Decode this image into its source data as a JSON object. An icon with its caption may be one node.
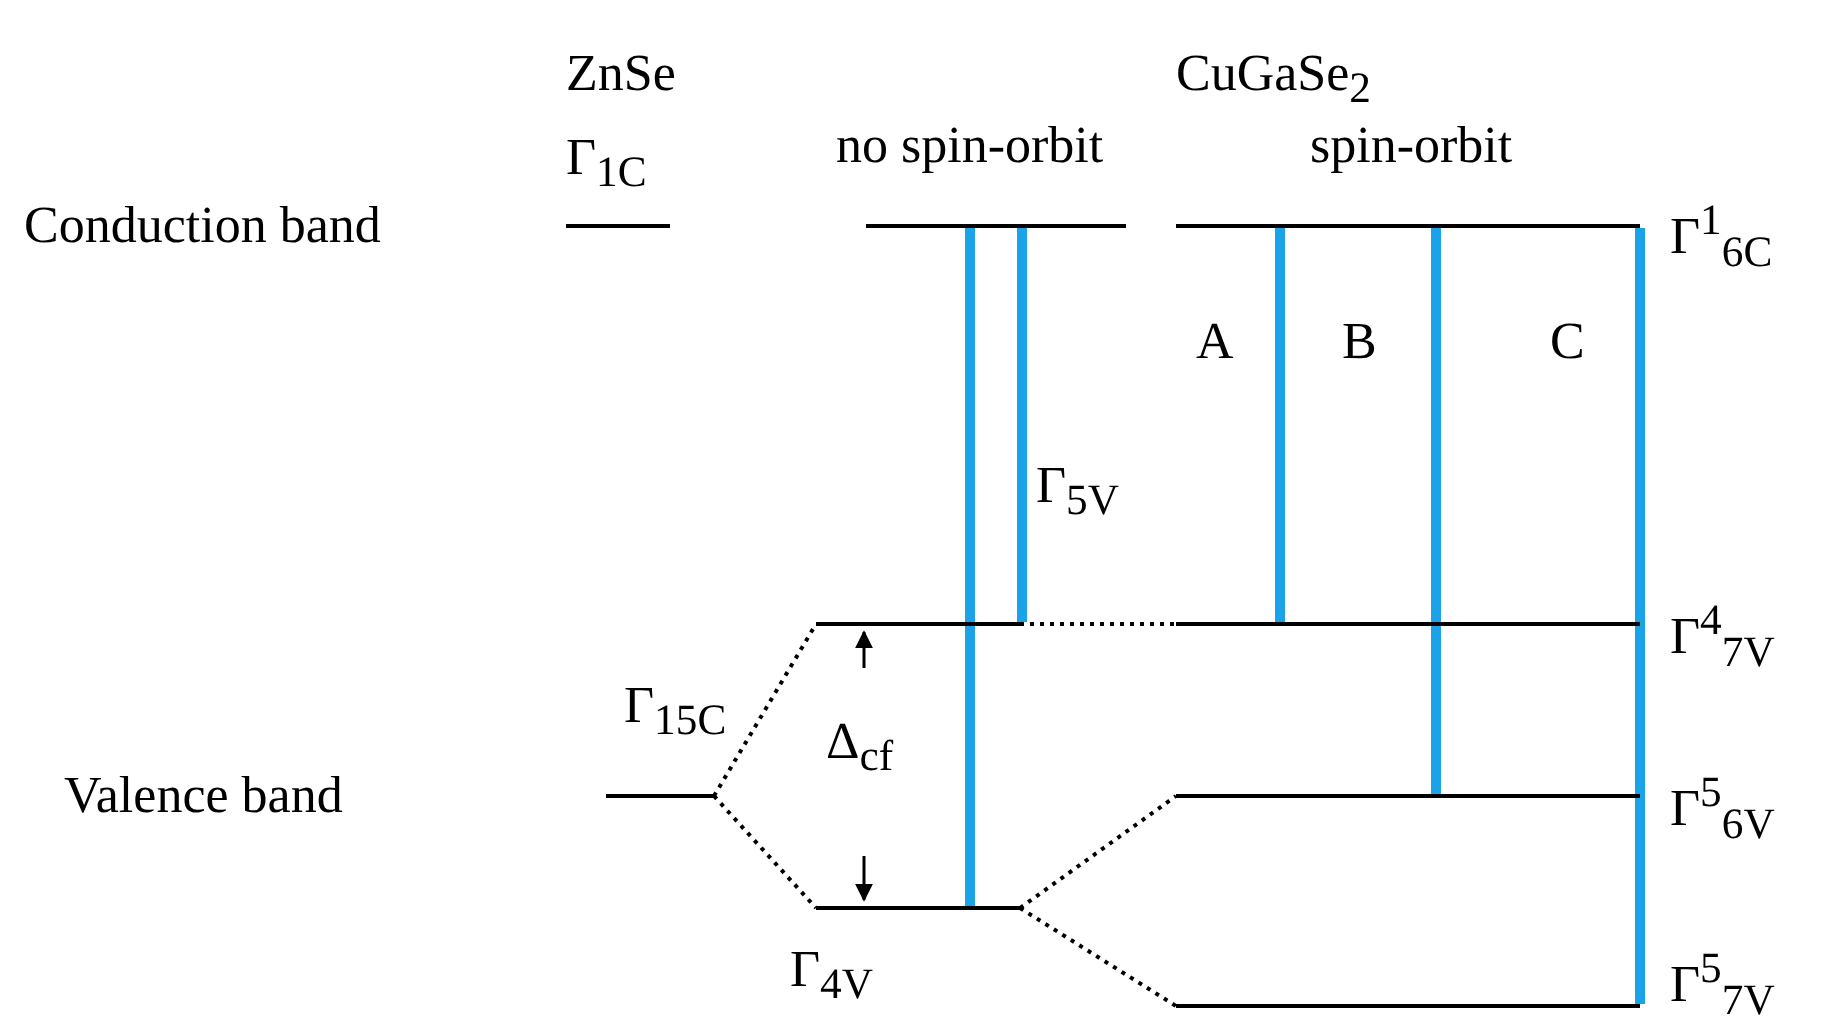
{
  "diagram": {
    "nodes": [
      {
        "text": [],
        "shape": "bar",
        "beside": [
          "Γ$_{1C}$"
        ]
      },
      {
        "text": [],
        "shape": "bar"
      },
      {
        "text": [],
        "shape": "bar",
        "beside": [
          "Γ$^{1}$$_{6C}$"
        ]
      },
      {
        "text": [],
        "shape": "bar",
        "beside": [
          "Γ$_{15C}$"
        ]
      },
      {
        "text": [],
        "shape": "bar"
      },
      {
        "text": [],
        "shape": "bar",
        "beside": [
          "Γ$_{4V}$"
        ]
      },
      {
        "text": [],
        "shape": "bar",
        "beside": [
          "Γ$^{4}$$_{7V}$"
        ]
      },
      {
        "text": [],
        "shape": "bar",
        "beside": [
          "Γ$^{5}$$_{6V}$"
        ]
      },
      {
        "text": [],
        "shape": "bar",
        "beside": [
          "Γ$^{5}$$_{7V}$"
        ]
      }
    ],
    "edges": [
      {
        "from": 3,
        "to": 4,
        "arrow": "none",
        "style": "dashed",
        "color": "#000000"
      },
      {
        "from": 3,
        "to": 5,
        "arrow": "none",
        "style": "dashed",
        "color": "#000000"
      },
      {
        "from": 4,
        "to": 6,
        "arrow": "none",
        "style": "dashed",
        "color": "#000000"
      },
      {
        "from": 5,
        "to": 7,
        "arrow": "none",
        "style": "dashed",
        "color": "#000000"
      },
      {
        "from": 5,
        "to": 8,
        "arrow": "none",
        "style": "dashed",
        "color": "#000000"
      },
      {
        "from": 1,
        "to": 5,
        "arrow": "none",
        "style": "thick",
        "color": "#1aa3e8"
      },
      {
        "from": 1,
        "to": 4,
        "arrow": "none",
        "style": "thick",
        "color": "#1aa3e8",
        "label": "Γ$_{5V}$"
      },
      {
        "from": 2,
        "to": 6,
        "arrow": "none",
        "style": "thick",
        "color": "#1aa3e8",
        "label": "A"
      },
      {
        "from": 2,
        "to": 7,
        "arrow": "none",
        "style": "thick",
        "color": "#1aa3e8",
        "label": "B"
      },
      {
        "from": 2,
        "to": 8,
        "arrow": "none",
        "style": "thick",
        "color": "#1aa3e8",
        "label": "C"
      }
    ],
    "labels": [
      "ZnSe",
      "CuGaSe$_{2}$",
      "no spin-orbit",
      "spin-orbit",
      "Conduction band",
      "Valence band",
      "Δ$_{cf}$"
    ]
  }
}
